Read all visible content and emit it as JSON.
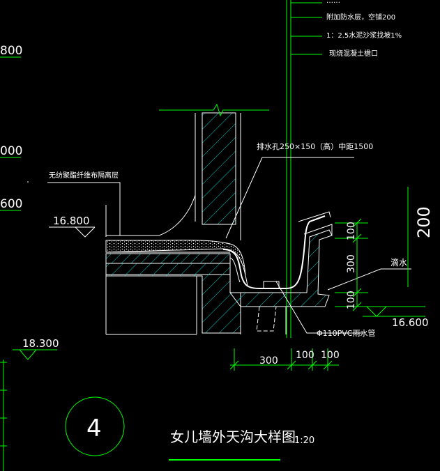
{
  "colors": {
    "background": "#000000",
    "green": "#00ff00",
    "white": "#ffffff",
    "cyan": "#00cccc",
    "yellow": "#ffff00"
  },
  "layer_notes": {
    "top_cut": "……",
    "line1": "附加防水层，空铺200",
    "line2": "1：2.5水泥沙浆找坡1%",
    "line3": "现烧混凝土檐口"
  },
  "left_labels": {
    "l800": "800",
    "l000": "000",
    "l600": "600",
    "isolation": "无纺聚酯纤维布隔离层",
    "elev_16800": "16.800",
    "elev_18300": "18.300"
  },
  "callouts": {
    "drain_hole": "排水孔250×150（高）中距1500",
    "drip": "滴水",
    "pipe": "Φ110PVC雨水管"
  },
  "dimensions": {
    "right_200": "200",
    "d100_top": "100",
    "d300_mid": "300",
    "d100_bot": "100",
    "elev_16600": "16.600",
    "b300": "300",
    "b100a": "100",
    "b100b": "100"
  },
  "title_block": {
    "detail_no": "4",
    "title": "女儿墙外天沟大样图",
    "scale": "1:20"
  }
}
